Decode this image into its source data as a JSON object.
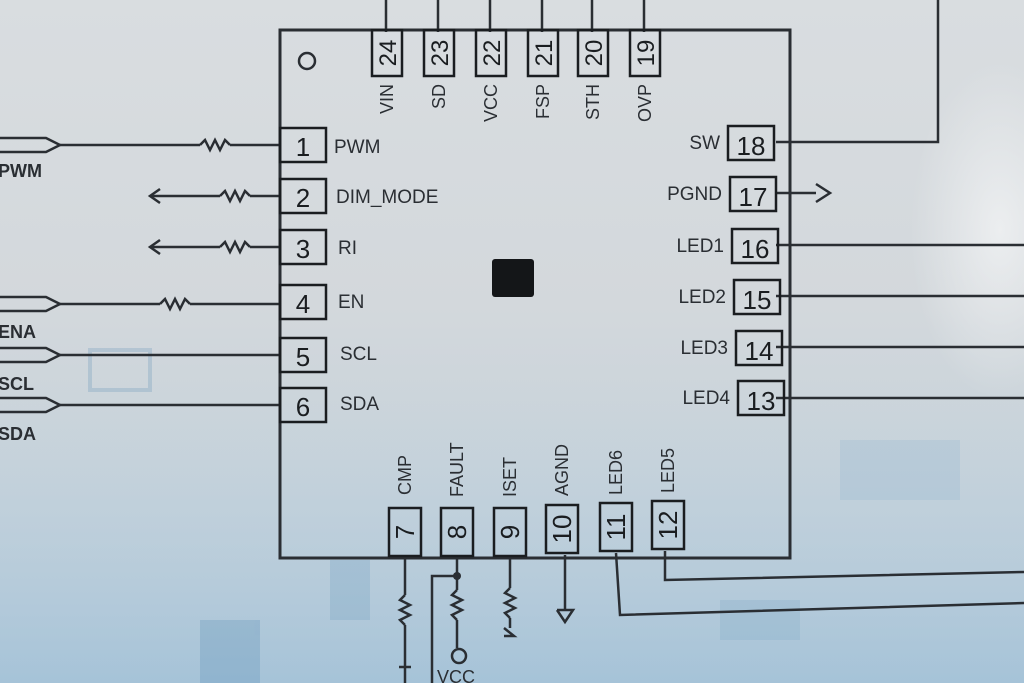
{
  "chip": {
    "pins_left": [
      {
        "num": "1",
        "label": "PWM"
      },
      {
        "num": "2",
        "label": "DIM_MODE"
      },
      {
        "num": "3",
        "label": "RI"
      },
      {
        "num": "4",
        "label": "EN"
      },
      {
        "num": "5",
        "label": "SCL"
      },
      {
        "num": "6",
        "label": "SDA"
      }
    ],
    "pins_top": [
      {
        "num": "24",
        "label": "VIN"
      },
      {
        "num": "23",
        "label": "SD"
      },
      {
        "num": "22",
        "label": "VCC"
      },
      {
        "num": "21",
        "label": "FSP"
      },
      {
        "num": "20",
        "label": "STH"
      },
      {
        "num": "19",
        "label": "OVP"
      }
    ],
    "pins_right": [
      {
        "num": "18",
        "label": "SW"
      },
      {
        "num": "17",
        "label": "PGND"
      },
      {
        "num": "16",
        "label": "LED1"
      },
      {
        "num": "15",
        "label": "LED2"
      },
      {
        "num": "14",
        "label": "LED3"
      },
      {
        "num": "13",
        "label": "LED4"
      }
    ],
    "pins_bottom": [
      {
        "num": "7",
        "label": "CMP"
      },
      {
        "num": "8",
        "label": "FAULT"
      },
      {
        "num": "9",
        "label": "ISET"
      },
      {
        "num": "10",
        "label": "AGND"
      },
      {
        "num": "11",
        "label": "LED6"
      },
      {
        "num": "12",
        "label": "LED5"
      }
    ]
  },
  "net_labels": {
    "pwm": "PWM",
    "ena": "ENA",
    "scl": "SCL",
    "sda": "SDA",
    "vcc_bottom": "VCC"
  },
  "colors": {
    "ink": "#2a2e33",
    "paper": "#d9dde0",
    "chip": "#141618"
  }
}
